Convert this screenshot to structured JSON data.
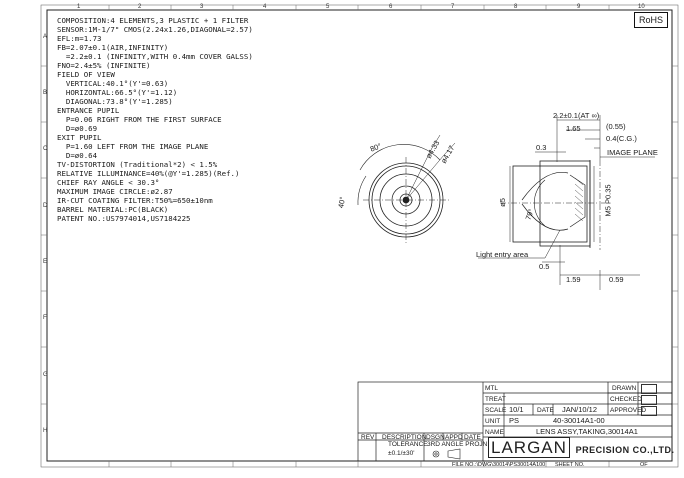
{
  "rohs": "RoHS",
  "specs": [
    "COMPOSITION:4 ELEMENTS,3 PLASTIC + 1 FILTER",
    "SENSOR:1M-1/7\" CMOS(2.24x1.26,DIAGONAL=2.57)",
    "EFL:m=1.73",
    "FB=2.07±0.1(AIR,INFINITY)",
    "  =2.2±0.1 (INFINITY,WITH 0.4mm COVER GALSS)",
    "FNO=2.4±5% (INFINITE)",
    "FIELD OF VIEW",
    "  VERTICAL:40.1°(Y'=0.63)",
    "  HORIZONTAL:66.5°(Y'=1.12)",
    "  DIAGONAL:73.8°(Y'=1.285)",
    "ENTRANCE PUPIL",
    "  P=0.06 RIGHT FROM THE FIRST SURFACE",
    "  D=ø0.69",
    "EXIT PUPIL",
    "  P=1.60 LEFT FROM THE IMAGE PLANE",
    "  D=ø0.64",
    "TV-DISTORTION (Traditional*2) < 1.5%",
    "RELATIVE ILLUMINANCE=40%(@Y'=1.285)(Ref.)",
    "CHIEF RAY ANGLE < 30.3°",
    "MAXIMUM IMAGE CIRCLE:ø2.87",
    "IR-CUT COATING FILTER:T50%=650±10nm",
    "BARREL MATERIAL:PC(BLACK)",
    "PATENT NO.:US7974014,US7184225"
  ],
  "front_view": {
    "angle_top": "80°",
    "angle_left": "40°",
    "dia_outer": "ø4.33",
    "dia_mid": "ø4.17"
  },
  "side_view": {
    "dim_fb": "2.2±0.1(AT ∞)",
    "dim_165": "1.65",
    "dim_055": "(0.55)",
    "dim_04": "0.4(C.G.)",
    "dim_03": "0.3",
    "image_plane": "IMAGE PLANE",
    "dia5": "ø5",
    "angle79": "79°",
    "thread": "M5 P0.35",
    "light_entry": "Light entry area",
    "dim_05": "0.5",
    "dim_159": "1.59",
    "dim_059": "0.59"
  },
  "grid": {
    "top": [
      "1",
      "2",
      "3",
      "4",
      "5",
      "6",
      "7",
      "8",
      "9",
      "10"
    ],
    "side": [
      "A",
      "B",
      "C",
      "D",
      "E",
      "F",
      "G",
      "H"
    ]
  },
  "title_block": {
    "mtl": "MTL",
    "treat": "TREAT",
    "scale_label": "SCALE",
    "scale": "10/1",
    "date_label": "DATE",
    "date": "JAN/10/12",
    "unit_label": "UNIT",
    "unit": "PS",
    "part_no": "40-30014A1-00",
    "name_label": "NAME",
    "name": "LENS ASSY,TAKING,30014A1",
    "drawn": "DRAWN",
    "checked": "CHECKED",
    "approved": "APPROVED",
    "rev": "REV",
    "description": "DESCRIPTION",
    "dsgn": "DSGN",
    "appd": "APPD",
    "date_col": "DATE",
    "tolerance_label": "TOLERANCE",
    "tolerance": "±0.1/±30'",
    "projection": "3RD ANGLE PROJN",
    "company": "LARGAN",
    "company_sub": "PRECISION CO.,LTD.",
    "footer_file": "FILE NO.:\\DWG\\30014\\PS30014A100",
    "sheet_no": "SHEET NO.",
    "of": "OF"
  }
}
